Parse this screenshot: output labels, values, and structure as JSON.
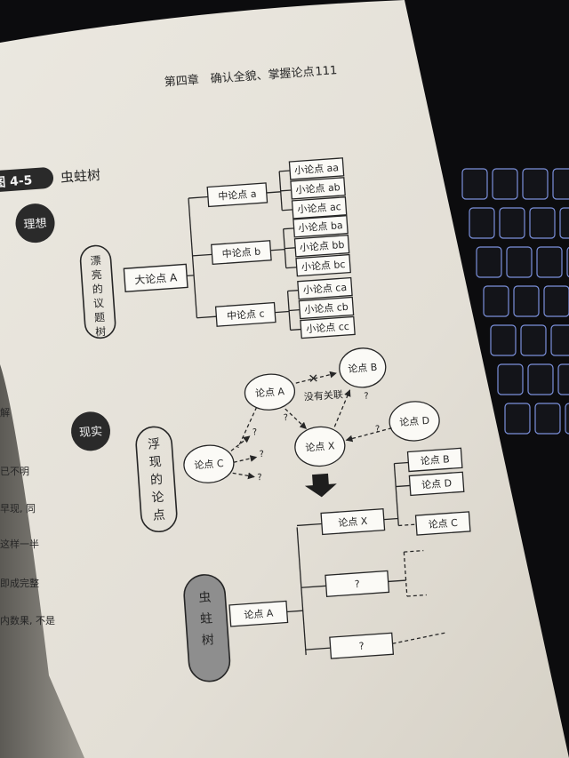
{
  "header": {
    "chapter": "第四章　确认全貌、掌握论点",
    "page_number": "111"
  },
  "figure": {
    "label": "图 4-5",
    "title": "虫蛀树"
  },
  "ideal": {
    "badge": "理想",
    "side_label": [
      "漂",
      "亮",
      "的",
      "议",
      "题",
      "树"
    ],
    "root": "大论点 A",
    "mid": [
      "中论点 a",
      "中论点 b",
      "中论点 c"
    ],
    "leaves": [
      "小论点 aa",
      "小论点 ab",
      "小论点 ac",
      "小论点 ba",
      "小论点 bb",
      "小论点 bc",
      "小论点 ca",
      "小论点 cb",
      "小论点 cc"
    ]
  },
  "reality": {
    "badge": "现实",
    "side_label": [
      "浮",
      "现",
      "的",
      "论",
      "点"
    ],
    "nodes": [
      "论点 A",
      "论点 B",
      "论点 C",
      "论点 D",
      "论点 X"
    ],
    "no_relation": "没有关联",
    "question": "?",
    "cross": "✕"
  },
  "tree": {
    "side_label": [
      "虫",
      "蛀",
      "树"
    ],
    "root": "论点 A",
    "mid": [
      "论点 X",
      "?",
      "?"
    ],
    "leaves": [
      "论点 B",
      "论点 D",
      "论点 C"
    ]
  },
  "page_edge_text": [
    "解",
    "已不明",
    "早现, 同",
    "这样一半",
    "即成完整",
    "内数果, 不是"
  ],
  "colors": {
    "page": "#ebe8e0",
    "ink": "#262626",
    "badge": "#2a2a2a",
    "keyboard_glow": "#8fa8ff"
  }
}
